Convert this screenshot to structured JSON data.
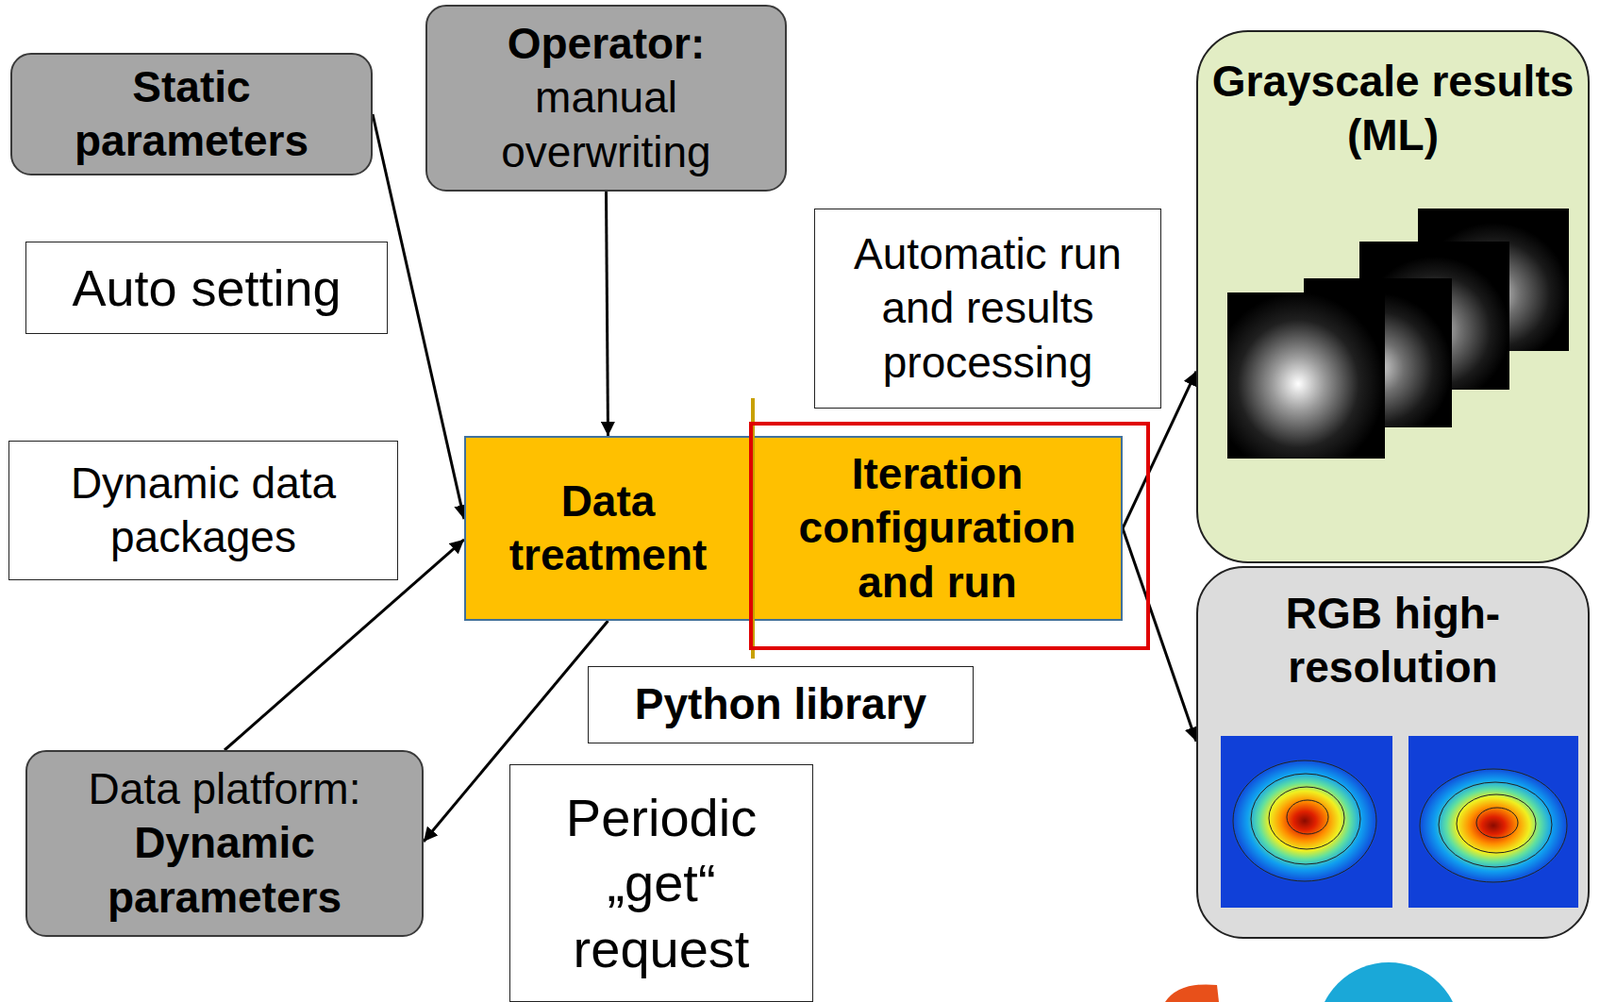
{
  "diagram": {
    "nodes": [
      {
        "text": [
          "Static parameters"
        ]
      },
      {
        "text": [
          "Operator:",
          "manual overwriting"
        ]
      },
      {
        "text": [
          "Grayscale results (ML)"
        ]
      },
      {
        "text": [
          "Auto setting"
        ]
      },
      {
        "text": [
          "Automatic run and results processing"
        ]
      },
      {
        "text": [
          "Dynamic data packages"
        ]
      },
      {
        "text": [
          "Data treatment"
        ]
      },
      {
        "text": [
          "Iteration configuration and run"
        ]
      },
      {
        "text": [
          "RGB high-resolution"
        ]
      },
      {
        "text": [
          "Python library"
        ]
      },
      {
        "text": [
          "Data platform:",
          "Dynamic parameters"
        ]
      },
      {
        "text": [
          "Periodic „get“ request"
        ]
      }
    ],
    "edges": [
      {
        "from": 0,
        "to": 6,
        "arrow": "to"
      },
      {
        "from": 1,
        "to": 6,
        "arrow": "to"
      },
      {
        "from": 10,
        "to": 6,
        "arrow": "to"
      },
      {
        "from": 6,
        "to": 10,
        "arrow": "to"
      },
      {
        "from": 7,
        "to": 2,
        "arrow": "to"
      },
      {
        "from": 7,
        "to": 8,
        "arrow": "to"
      }
    ]
  }
}
